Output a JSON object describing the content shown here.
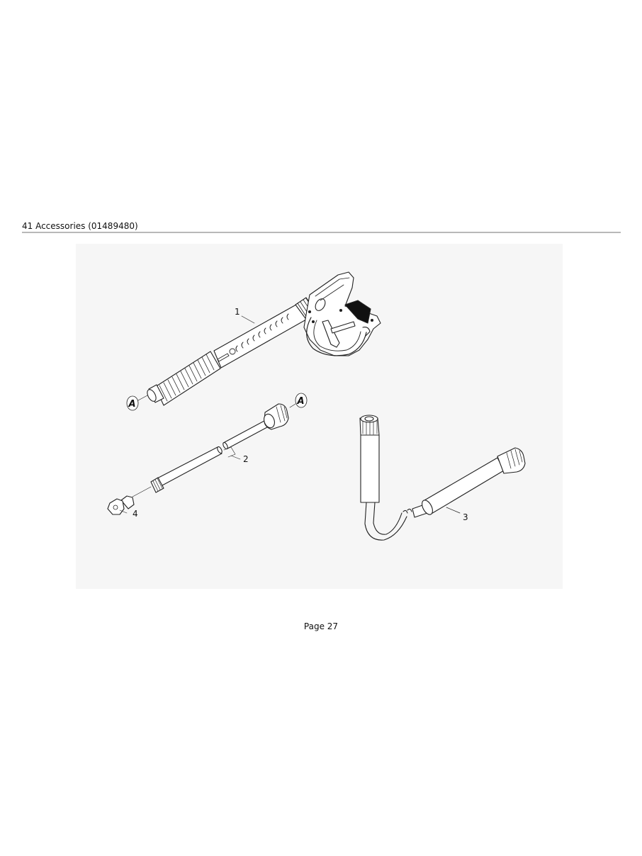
{
  "header": {
    "section_title": "41 Accessories (01489480)"
  },
  "figure": {
    "description": "Exploded parts illustration of pressure washer accessories",
    "background_color": "#f6f6f6",
    "callouts": [
      {
        "id": "1",
        "label": "1",
        "part": "trigger gun"
      },
      {
        "id": "2",
        "label": "2",
        "part": "spray lance"
      },
      {
        "id": "3",
        "label": "3",
        "part": "angled lance"
      },
      {
        "id": "4",
        "label": "4",
        "part": "nozzle"
      }
    ],
    "connection_markers": [
      {
        "label": "A"
      },
      {
        "label": "A"
      }
    ]
  },
  "footer": {
    "page_label": "Page 27"
  }
}
